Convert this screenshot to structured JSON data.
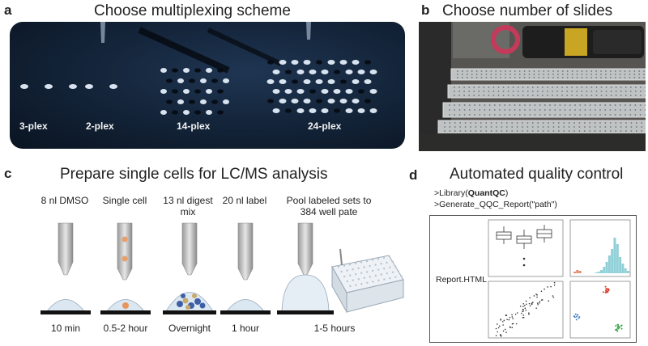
{
  "panel_a": {
    "letter": "a",
    "title": "Choose multiplexing scheme",
    "labels": [
      "3-plex",
      "2-plex",
      "14-plex",
      "24-plex"
    ]
  },
  "panel_b": {
    "letter": "b",
    "title": "Choose number of slides"
  },
  "panel_c": {
    "letter": "c",
    "title": "Prepare single cells for LC/MS analysis",
    "steps": [
      {
        "top": "8 nl DMSO",
        "bottom": "10 min"
      },
      {
        "top": "Single cell",
        "bottom": "0.5-2 hour"
      },
      {
        "top": "13 nl digest mix",
        "bottom": "Overnight"
      },
      {
        "top": "20 nl label",
        "bottom": "1 hour"
      },
      {
        "top": "Pool labeled sets to 384 well pate",
        "bottom": "1-5 hours"
      }
    ]
  },
  "panel_d": {
    "letter": "d",
    "title": "Automated quality control",
    "code_prefix": ">Library(",
    "code_pkg": "QuantQC",
    "code_suffix": ")",
    "code_line2": ">Generate_QQC_Report(\"path\")",
    "report_label": "Report.HTML"
  },
  "colors": {
    "accent_orange": "#e8955a",
    "hist_teal": "#8fd0d6",
    "hist_red": "#e88a6a",
    "scatter_red": "#d9402c",
    "scatter_blue": "#4a7fc6",
    "scatter_green": "#3aa64a",
    "bead_blue": "#3e5ea6",
    "bead_tan": "#c9a86a"
  }
}
